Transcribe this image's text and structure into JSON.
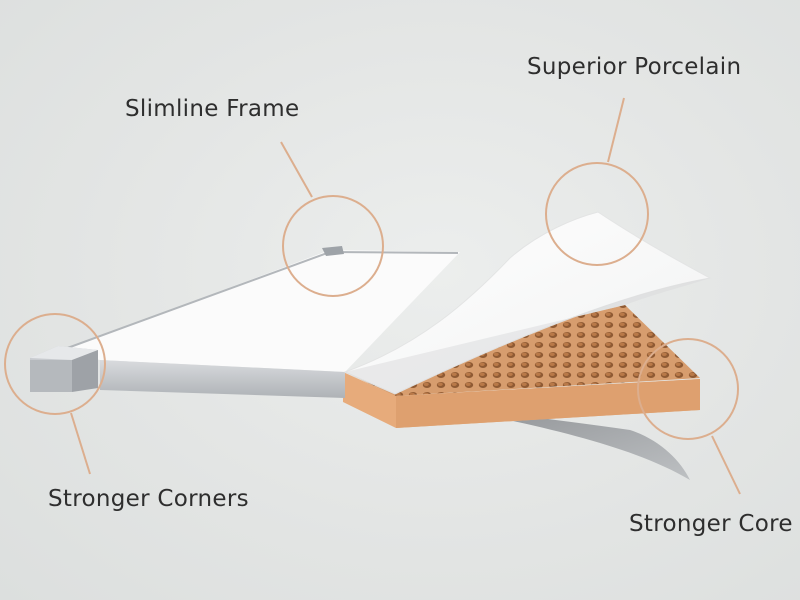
{
  "callouts": {
    "slimline_frame": "Slimline Frame",
    "superior_porcelain": "Superior Porcelain",
    "stronger_corners": "Stronger Corners",
    "stronger_core": "Stronger Core"
  },
  "colors": {
    "accent": "#dcae8e",
    "background": "#e4e6e5",
    "core": "#e2a776",
    "frame": "#c9ccd0",
    "porcelain": "#ffffff"
  }
}
